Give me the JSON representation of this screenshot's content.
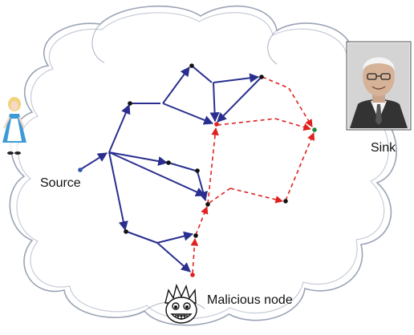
{
  "labels": {
    "source": "Source",
    "sink": "Sink",
    "malicious": "Malicious node"
  },
  "colors": {
    "cloud_stroke": "#9aa3b5",
    "cloud_inner": "#c7ccd8",
    "blue_edge": "#2a2f8f",
    "red_edge": "#e02020",
    "node_black": "#111111",
    "node_red": "#e02020",
    "node_source": "#2f55b0",
    "node_sink": "#1a8a3a"
  },
  "figures": {
    "sink_person": "elderly-man-portrait",
    "source_person": "girl-in-blue-dress-figure",
    "malicious_icon": "cartoon-face-icon"
  }
}
